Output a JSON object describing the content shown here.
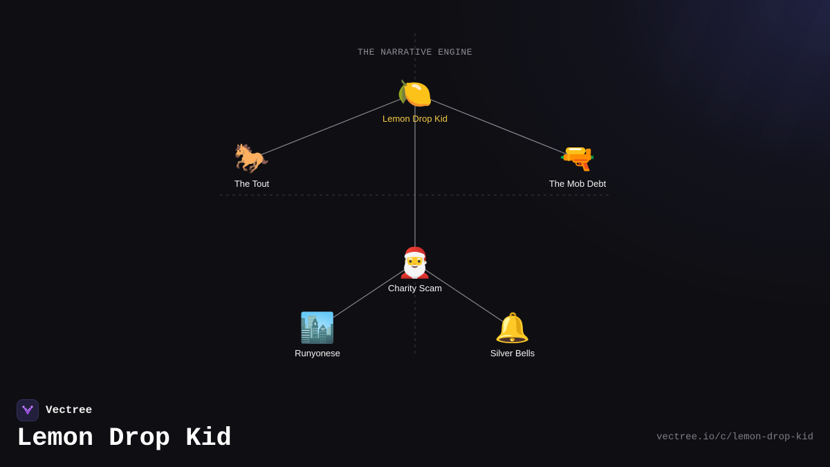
{
  "diagram": {
    "title": "THE NARRATIVE ENGINE",
    "nodes": [
      {
        "id": "lemon-drop-kid",
        "emoji": "🍋",
        "label": "Lemon Drop Kid"
      },
      {
        "id": "the-tout",
        "emoji": "🐎",
        "label": "The Tout"
      },
      {
        "id": "the-mob-debt",
        "emoji": "🔫",
        "label": "The Mob Debt"
      },
      {
        "id": "charity-scam",
        "emoji": "🎅",
        "label": "Charity Scam"
      },
      {
        "id": "runyonese",
        "emoji": "🏙️",
        "label": "Runyonese"
      },
      {
        "id": "silver-bells",
        "emoji": "🔔",
        "label": "Silver Bells"
      }
    ],
    "edges": [
      [
        "lemon-drop-kid",
        "the-tout"
      ],
      [
        "lemon-drop-kid",
        "the-mob-debt"
      ],
      [
        "lemon-drop-kid",
        "charity-scam"
      ],
      [
        "charity-scam",
        "runyonese"
      ],
      [
        "charity-scam",
        "silver-bells"
      ]
    ]
  },
  "brand": {
    "name": "Vectree",
    "logo_icon": "branching-tree-icon"
  },
  "page": {
    "title": "Lemon Drop Kid",
    "url": "vectree.io/c/lemon-drop-kid"
  },
  "colors": {
    "background": "#0f0f13",
    "root_label": "#f2c744",
    "label": "#f2f2f2",
    "edge": "#8a8a92",
    "logo_accent": "#a855f7"
  }
}
